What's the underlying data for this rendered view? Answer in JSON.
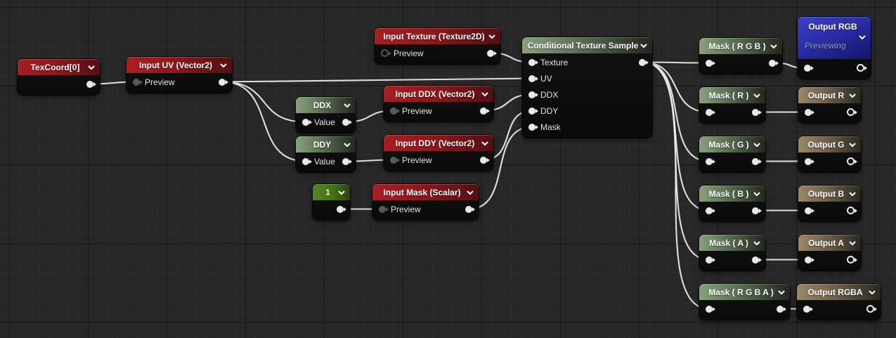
{
  "nodes": {
    "texcoord0": {
      "title": "TexCoord[0]"
    },
    "input_uv": {
      "title": "Input UV (Vector2)",
      "pin_label": "Preview"
    },
    "input_texture": {
      "title": "Input Texture (Texture2D)",
      "pin_label": "Preview"
    },
    "ddx": {
      "title": "DDX",
      "pin_label": "Value"
    },
    "input_ddx": {
      "title": "Input DDX (Vector2)",
      "pin_label": "Preview"
    },
    "ddy": {
      "title": "DDY",
      "pin_label": "Value"
    },
    "input_ddy": {
      "title": "Input DDY (Vector2)",
      "pin_label": "Preview"
    },
    "one": {
      "title": "1"
    },
    "input_mask": {
      "title": "Input Mask (Scalar)",
      "pin_label": "Preview"
    },
    "conditional": {
      "title": "Conditional Texture Sample",
      "inputs": [
        "Texture",
        "UV",
        "DDX",
        "DDY",
        "Mask"
      ]
    },
    "mask_rgb": {
      "title": "Mask ( R G B )"
    },
    "output_rgb": {
      "title": "Output RGB",
      "status": "Previewing"
    },
    "mask_r": {
      "title": "Mask ( R )"
    },
    "output_r": {
      "title": "Output R"
    },
    "mask_g": {
      "title": "Mask ( G )"
    },
    "output_g": {
      "title": "Output G"
    },
    "mask_b": {
      "title": "Mask ( B )"
    },
    "output_b": {
      "title": "Output B"
    },
    "mask_a": {
      "title": "Mask ( A )"
    },
    "output_a": {
      "title": "Output A"
    },
    "mask_rgba": {
      "title": "Mask ( R G B A )"
    },
    "output_rgba": {
      "title": "Output RGBA"
    }
  },
  "edges": [
    [
      "texcoord0.out",
      "input_uv.preview"
    ],
    [
      "input_uv.out",
      "conditional.uv"
    ],
    [
      "input_uv.out",
      "ddx.value_in"
    ],
    [
      "input_uv.out",
      "ddy.value_in"
    ],
    [
      "ddx.value_out",
      "input_ddx.preview"
    ],
    [
      "ddy.value_out",
      "input_ddy.preview"
    ],
    [
      "one.out",
      "input_mask.preview"
    ],
    [
      "input_texture.out",
      "conditional.texture"
    ],
    [
      "input_ddx.out",
      "conditional.ddx"
    ],
    [
      "input_ddy.out",
      "conditional.ddy"
    ],
    [
      "input_mask.out",
      "conditional.mask"
    ],
    [
      "conditional.out",
      "mask_rgb.in"
    ],
    [
      "conditional.out",
      "mask_r.in"
    ],
    [
      "conditional.out",
      "mask_g.in"
    ],
    [
      "conditional.out",
      "mask_b.in"
    ],
    [
      "conditional.out",
      "mask_a.in"
    ],
    [
      "conditional.out",
      "mask_rgba.in"
    ],
    [
      "mask_rgb.out",
      "output_rgb.in"
    ],
    [
      "mask_r.out",
      "output_r.in"
    ],
    [
      "mask_g.out",
      "output_g.in"
    ],
    [
      "mask_b.out",
      "output_b.in"
    ],
    [
      "mask_a.out",
      "output_a.in"
    ],
    [
      "mask_rgba.out",
      "output_rgba.in"
    ]
  ],
  "colors": {
    "canvas_background": "#272727",
    "header_red": "#9e1b1e",
    "header_sage_green": "#7e9b72",
    "header_bright_green": "#4f7f1c",
    "header_tan": "#94805f",
    "header_blue": "#2f32b5",
    "wire": "#e9e9e9",
    "node_body": "#0d0d0d"
  }
}
